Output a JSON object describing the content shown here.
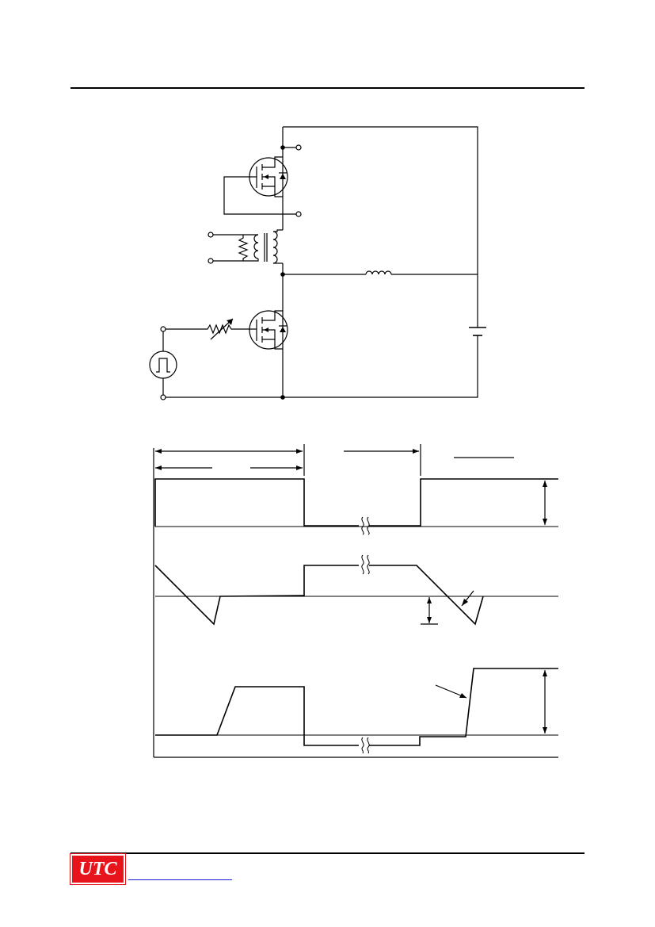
{
  "header": {},
  "circuit": {
    "components": [
      {
        "id": "q-top",
        "kind": "mosfet-with-body-diode"
      },
      {
        "id": "q-bottom",
        "kind": "mosfet-with-body-diode"
      },
      {
        "id": "current-transformer",
        "kind": "transformer-with-resistor"
      },
      {
        "id": "inductor",
        "kind": "inductor"
      },
      {
        "id": "battery",
        "kind": "dc-source"
      },
      {
        "id": "gate-resistor",
        "kind": "variable-resistor"
      },
      {
        "id": "pulse-generator",
        "kind": "pulse-source"
      }
    ]
  },
  "waveforms": {
    "traces": [
      "gate-drive",
      "drain-current",
      "drain-voltage"
    ]
  },
  "footer": {
    "logo_text": "UTC",
    "logo_color": "#e8141b",
    "link_color": "#1a1adb"
  }
}
